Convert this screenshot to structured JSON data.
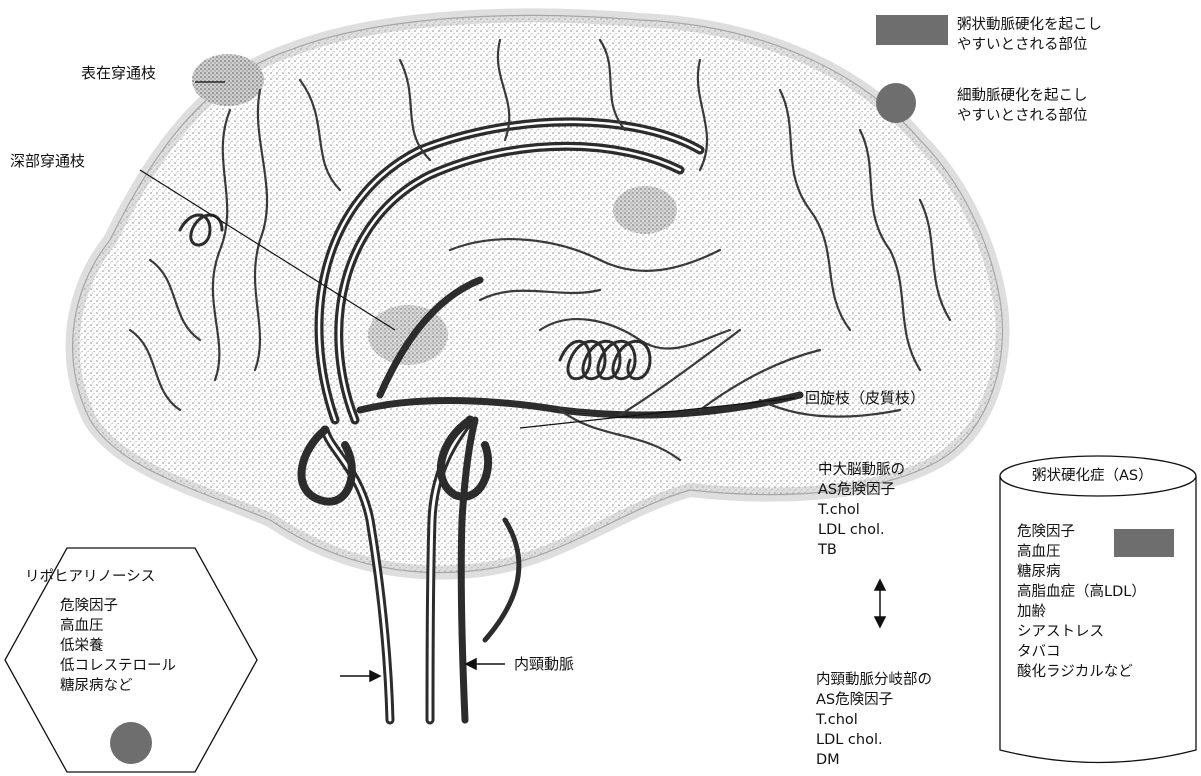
{
  "colors": {
    "ink": "#111111",
    "vessel_dark": "#2c2c2c",
    "vessel_mid": "#5a5a5a",
    "stipple": "#9a9a9a",
    "marker_fill": "#6e6e6e"
  },
  "legend": {
    "atherosclerosis_site": [
      "粥状動脈硬化を起こし",
      "やすいとされる部位"
    ],
    "arteriolosclerosis_site": [
      "細動脈硬化を起こし",
      "やすいとされる部位"
    ]
  },
  "labels": {
    "superficial_perforator": "表在穿通枝",
    "deep_perforator": "深部穿通枝",
    "circumflex_branch": "回旋枝（皮質枝）",
    "internal_carotid": "内頸動脈"
  },
  "mca_risk": {
    "title": "中大脳動脈の",
    "lines": [
      "AS危険因子",
      "T.chol",
      "LDL chol.",
      "TB"
    ]
  },
  "ica_risk": {
    "title": "内頸動脈分岐部の",
    "lines": [
      "AS危険因子",
      "T.chol",
      "LDL chol.",
      "DM"
    ]
  },
  "as_box": {
    "title": "粥状硬化症（AS）",
    "lines": [
      "危険因子",
      "高血圧",
      "糖尿病",
      "高脂血症（高LDL）",
      "加齢",
      "シアストレス",
      "タバコ",
      "酸化ラジカルなど"
    ]
  },
  "lipo_box": {
    "title": "リポヒアリノーシス",
    "lines": [
      "危険因子",
      "高血圧",
      "低栄養",
      "低コレステロール",
      "糖尿病など"
    ]
  }
}
